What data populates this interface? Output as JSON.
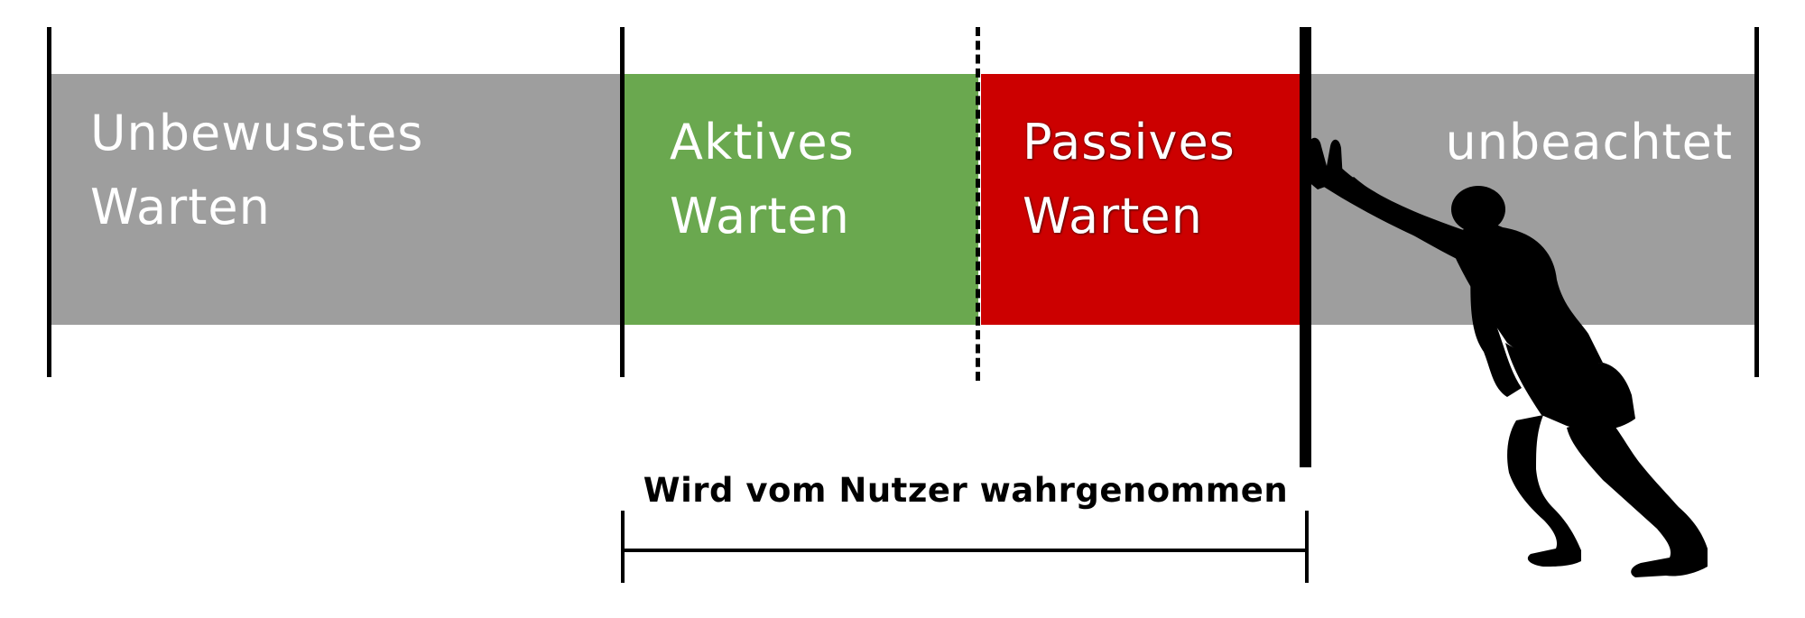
{
  "segments": [
    {
      "id": "unconscious",
      "lines": [
        "Unbewusstes",
        "Warten"
      ],
      "color": "#9e9e9e"
    },
    {
      "id": "active",
      "lines": [
        "Aktives",
        "Warten"
      ],
      "color": "#6aa84f"
    },
    {
      "id": "passive",
      "lines": [
        "Passives",
        "Warten"
      ],
      "color": "#cc0000"
    },
    {
      "id": "unnoticed",
      "lines": [
        "unbeachtet"
      ],
      "color": "#9e9e9e"
    }
  ],
  "perceived_label": "Wird vom Nutzer wahrgenommen",
  "icons": {
    "pusher": "person-pushing-wall-icon"
  }
}
